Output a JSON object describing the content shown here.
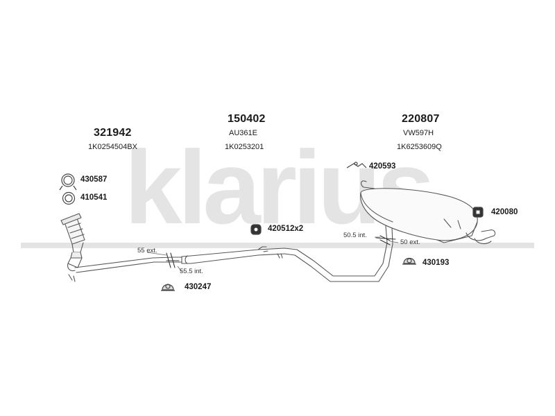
{
  "watermark": {
    "text": "klarius"
  },
  "groups": {
    "catalytic": {
      "part_no": "321942",
      "oe_ref": "1K0254504BX"
    },
    "middle": {
      "part_no": "150402",
      "code": "AU361E",
      "oe_ref": "1K0253201"
    },
    "rear": {
      "part_no": "220807",
      "code": "VW597H",
      "oe_ref": "1K6253609Q"
    }
  },
  "parts": {
    "p430587": "430587",
    "p410541": "410541",
    "p420593": "420593",
    "p420080": "420080",
    "p420512": "420512x2",
    "p430193": "430193",
    "p430247": "430247"
  },
  "dimensions": {
    "d55ext": "55 ext.",
    "d55int": "55.5 int.",
    "d50int": "50.5 int.",
    "d50ext": "50 ext."
  }
}
